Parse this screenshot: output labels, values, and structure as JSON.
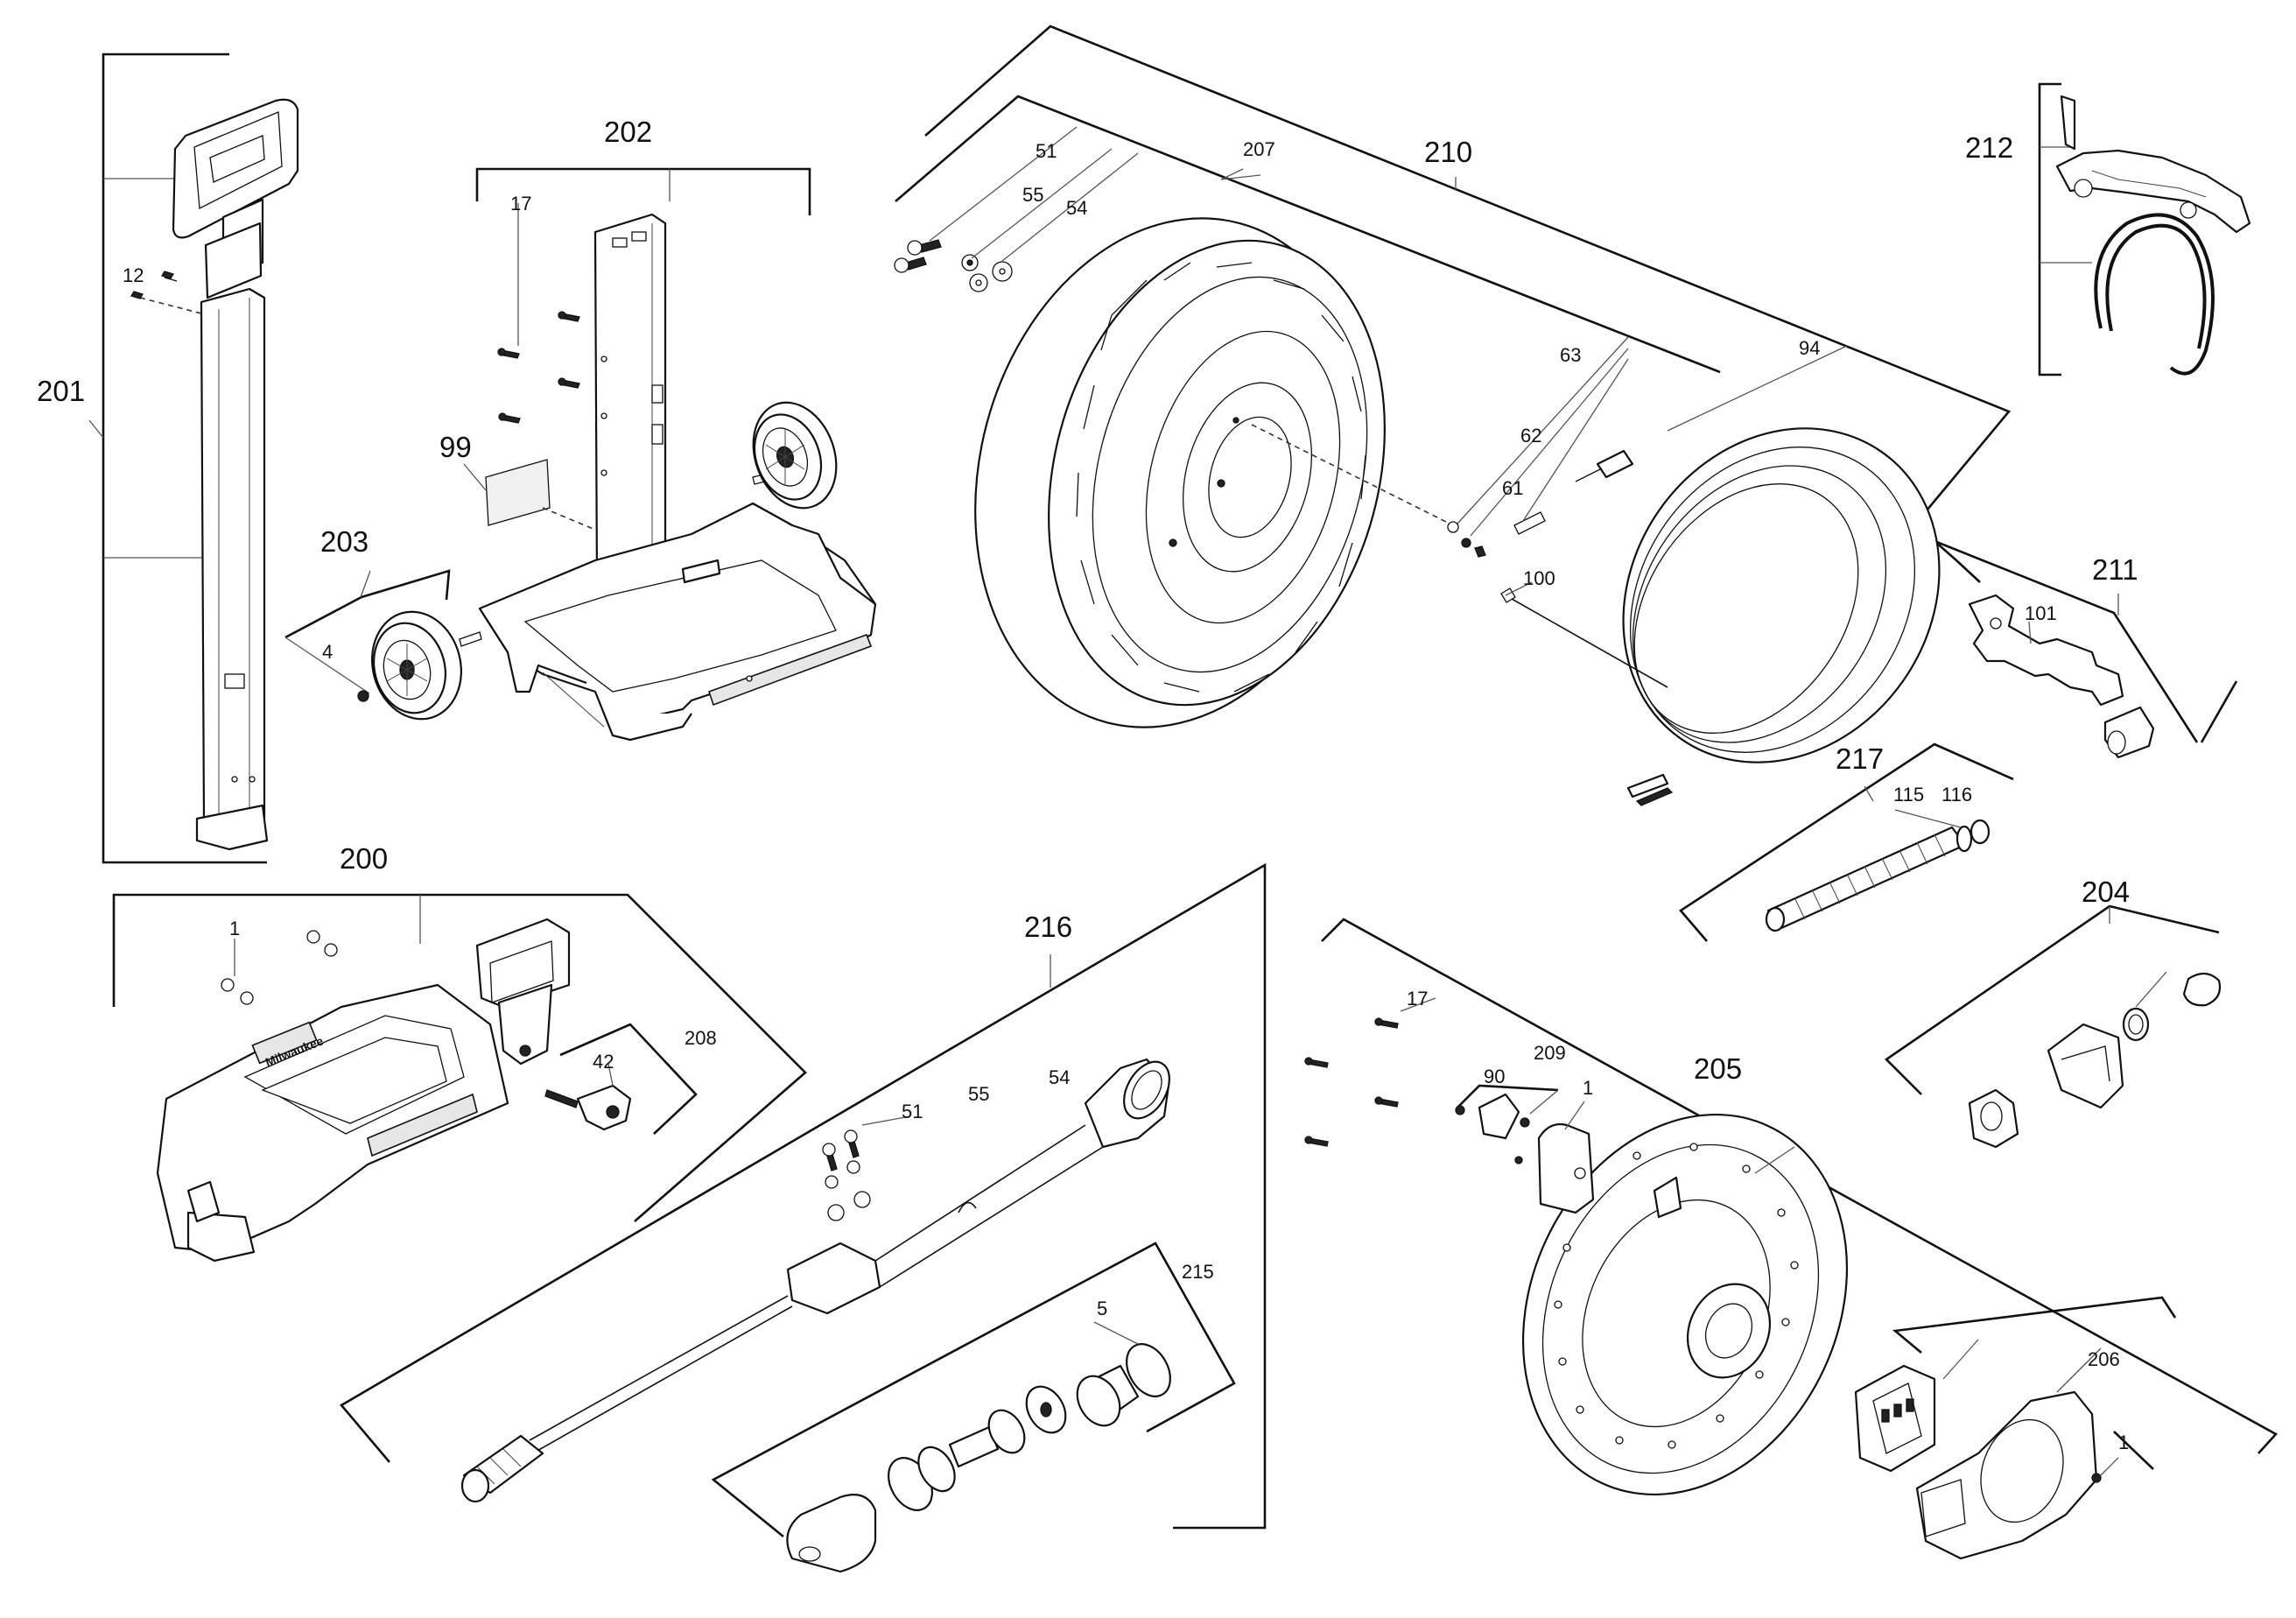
{
  "diagram": {
    "logo_text": "Milwaukee",
    "assembly_labels": [
      "201",
      "202",
      "203",
      "99",
      "210",
      "212",
      "211",
      "217",
      "200",
      "216",
      "204",
      "205",
      "208",
      "215",
      "206"
    ],
    "part_labels": [
      "12",
      "17",
      "4",
      "51",
      "55",
      "54",
      "207",
      "63",
      "62",
      "61",
      "94",
      "100",
      "101",
      "115",
      "116",
      "1",
      "42",
      "5",
      "90",
      "209"
    ]
  }
}
